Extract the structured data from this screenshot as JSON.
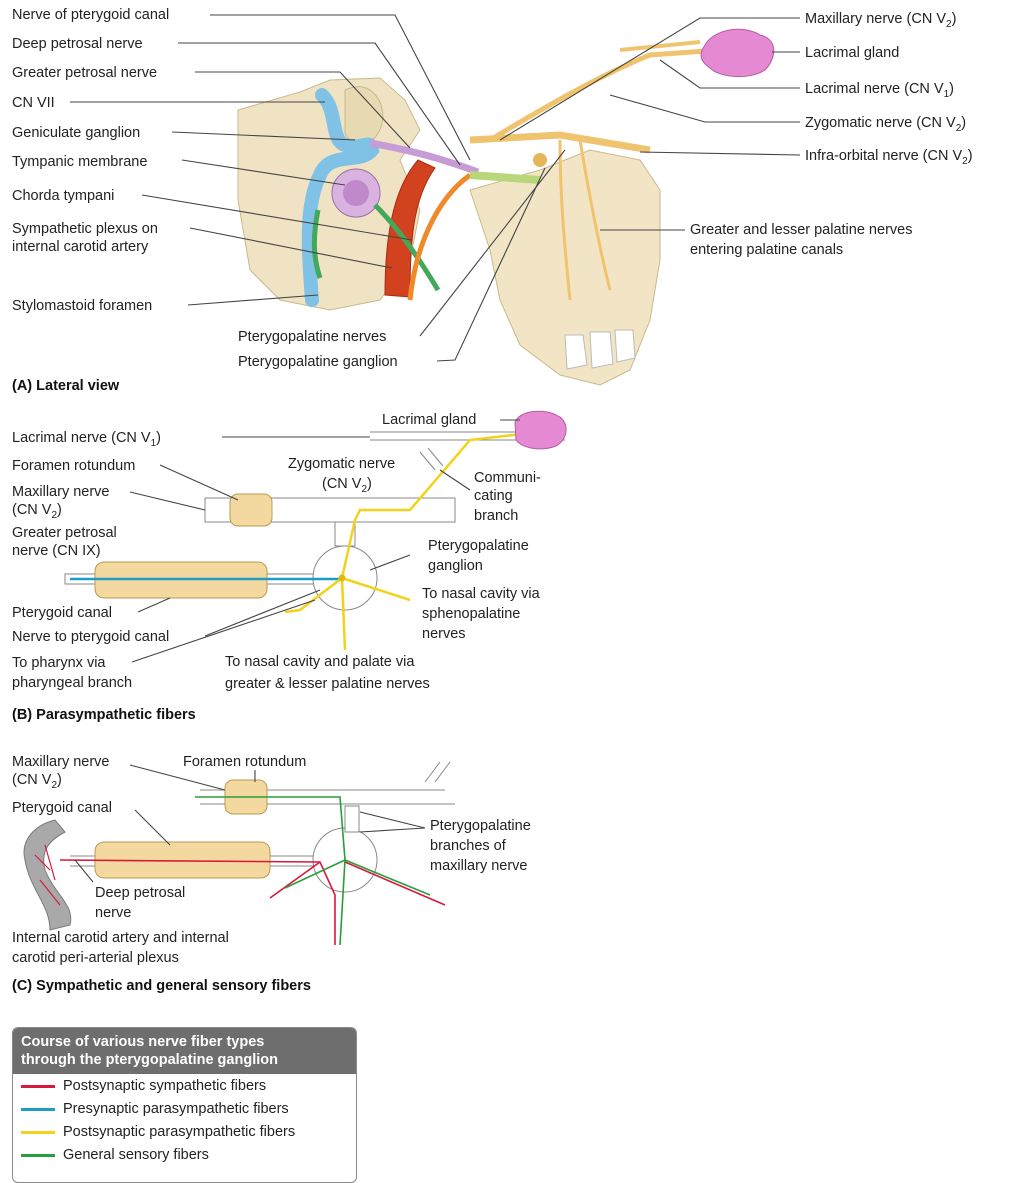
{
  "panel_a": {
    "left_labels": [
      "Nerve of pterygoid canal",
      "Deep petrosal nerve",
      "Greater petrosal nerve",
      "CN VII",
      "Geniculate ganglion",
      "Tympanic membrane",
      "Chorda tympani",
      "Sympathetic plexus on",
      "internal carotid artery",
      "Stylomastoid foramen"
    ],
    "bottom_labels": [
      "Pterygopalatine nerves",
      "Pterygopalatine ganglion"
    ],
    "right_labels": {
      "maxillary_nerve": "Maxillary nerve (CN V",
      "maxillary_sub": "2",
      "lacrimal_gland": "Lacrimal gland",
      "lacrimal_nerve": "Lacrimal nerve (CN V",
      "lacrimal_sub": "1",
      "zygomatic_nerve": "Zygomatic nerve (CN V",
      "zygomatic_sub": "2",
      "infraorbital_nerve": "Infra-orbital nerve (CN V",
      "infraorbital_sub": "2",
      "palatine_1": "Greater and lesser palatine nerves",
      "palatine_2": "entering palatine canals"
    },
    "close_paren": ")",
    "caption": "(A) Lateral view"
  },
  "panel_b": {
    "lacrimal_gland": "Lacrimal gland",
    "lacrimal_nerve": "Lacrimal nerve (CN V",
    "lacrimal_sub": "1",
    "foramen_rotundum": "Foramen rotundum",
    "maxillary_1": "Maxillary nerve",
    "maxillary_2": "(CN V",
    "maxillary_sub": "2",
    "greater_petrosal_1": "Greater petrosal",
    "greater_petrosal_2": "nerve (CN IX)",
    "pterygoid_canal": "Pterygoid canal",
    "nerve_to_pterygoid": "Nerve to pterygoid canal",
    "pharynx_1": "To pharynx via",
    "pharynx_2": "pharyngeal branch",
    "zygomatic_1": "Zygomatic nerve",
    "zygomatic_2": "(CN V",
    "zygomatic_sub": "2",
    "communi_1": "Communi-",
    "communi_2": "cating",
    "communi_3": "branch",
    "ganglion_1": "Pterygopalatine",
    "ganglion_2": "ganglion",
    "nasal_1": "To nasal cavity via",
    "nasal_2": "sphenopalatine",
    "nasal_3": "nerves",
    "palate_1": "To nasal cavity and palate via",
    "palate_2": "greater & lesser palatine nerves",
    "close_paren": ")",
    "caption": "(B) Parasympathetic fibers"
  },
  "panel_c": {
    "maxillary_1": "Maxillary nerve",
    "maxillary_2": "(CN V",
    "maxillary_sub": "2",
    "close_paren": ")",
    "foramen_rotundum": "Foramen rotundum",
    "pterygoid_canal": "Pterygoid canal",
    "branches_1": "Pterygopalatine",
    "branches_2": "branches of",
    "branches_3": "maxillary nerve",
    "deep_petrosal_1": "Deep petrosal",
    "deep_petrosal_2": "nerve",
    "carotid_1": "Internal carotid artery and internal",
    "carotid_2": "carotid peri-arterial plexus",
    "caption": "(C) Sympathetic and general sensory fibers"
  },
  "legend": {
    "title_1": "Course of various nerve fiber types",
    "title_2": "through the pterygopalatine ganglion",
    "items": [
      {
        "label": "Postsynaptic sympathetic fibers",
        "color": "#d7193c"
      },
      {
        "label": "Presynaptic parasympathetic fibers",
        "color": "#1f9cc4"
      },
      {
        "label": "Postsynaptic parasympathetic fibers",
        "color": "#f2d21a"
      },
      {
        "label": "General sensory fibers",
        "color": "#2a9d3c"
      }
    ]
  }
}
